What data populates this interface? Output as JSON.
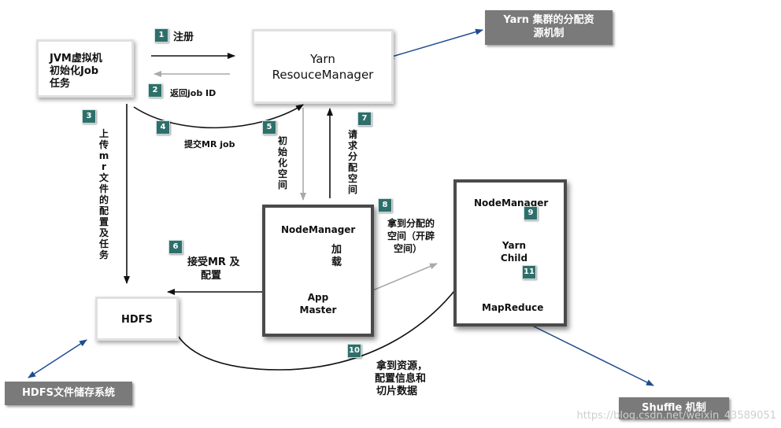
{
  "boxes": {
    "client_line1": "JVM虚拟机",
    "client_line2": "初始化Job",
    "client_line3": "任务",
    "rm_line1": "Yarn",
    "rm_line2": "ResouceManager",
    "hdfs": "HDFS",
    "nm1_title": "NodeManager",
    "nm1_app_line1": "App",
    "nm1_app_line2": "Master",
    "nm2_title": "NodeManager",
    "nm2_child_line1": "Yarn",
    "nm2_child_line2": "Child",
    "nm2_mapreduce": "MapReduce"
  },
  "steps": [
    {
      "num": "1",
      "label": "注册"
    },
    {
      "num": "2",
      "label": "返回job ID"
    },
    {
      "num": "3",
      "label": "上传mr文件的配置及任务"
    },
    {
      "num": "4",
      "label": "提交MR job"
    },
    {
      "num": "5",
      "label": "初始化空间"
    },
    {
      "num": "6",
      "label_line1": "接受MR 及",
      "label_line2": "配置"
    },
    {
      "num": "7",
      "label": "请求分配空间"
    },
    {
      "num": "8",
      "label_line1": "拿到分配的",
      "label_line2": "空间（开辟",
      "label_line3": "空间）"
    },
    {
      "num": "9"
    },
    {
      "num": "10",
      "label_line1": "拿到资源，",
      "label_line2": "配置信息和",
      "label_line3": "切片数据"
    },
    {
      "num": "11"
    }
  ],
  "loading_label": "加载",
  "notes": {
    "yarn_line1": "Yarn 集群的分配资",
    "yarn_line2": "源机制",
    "hdfs": "HDFS文件储存系统",
    "shuffle": "Shuffle 机制"
  },
  "watermark": "https://blog.csdn.net/weixin_43589051",
  "colors": {
    "badge": "#2e6f6b",
    "note": "#7a7a7a",
    "pointer": "#1f4e8f"
  }
}
